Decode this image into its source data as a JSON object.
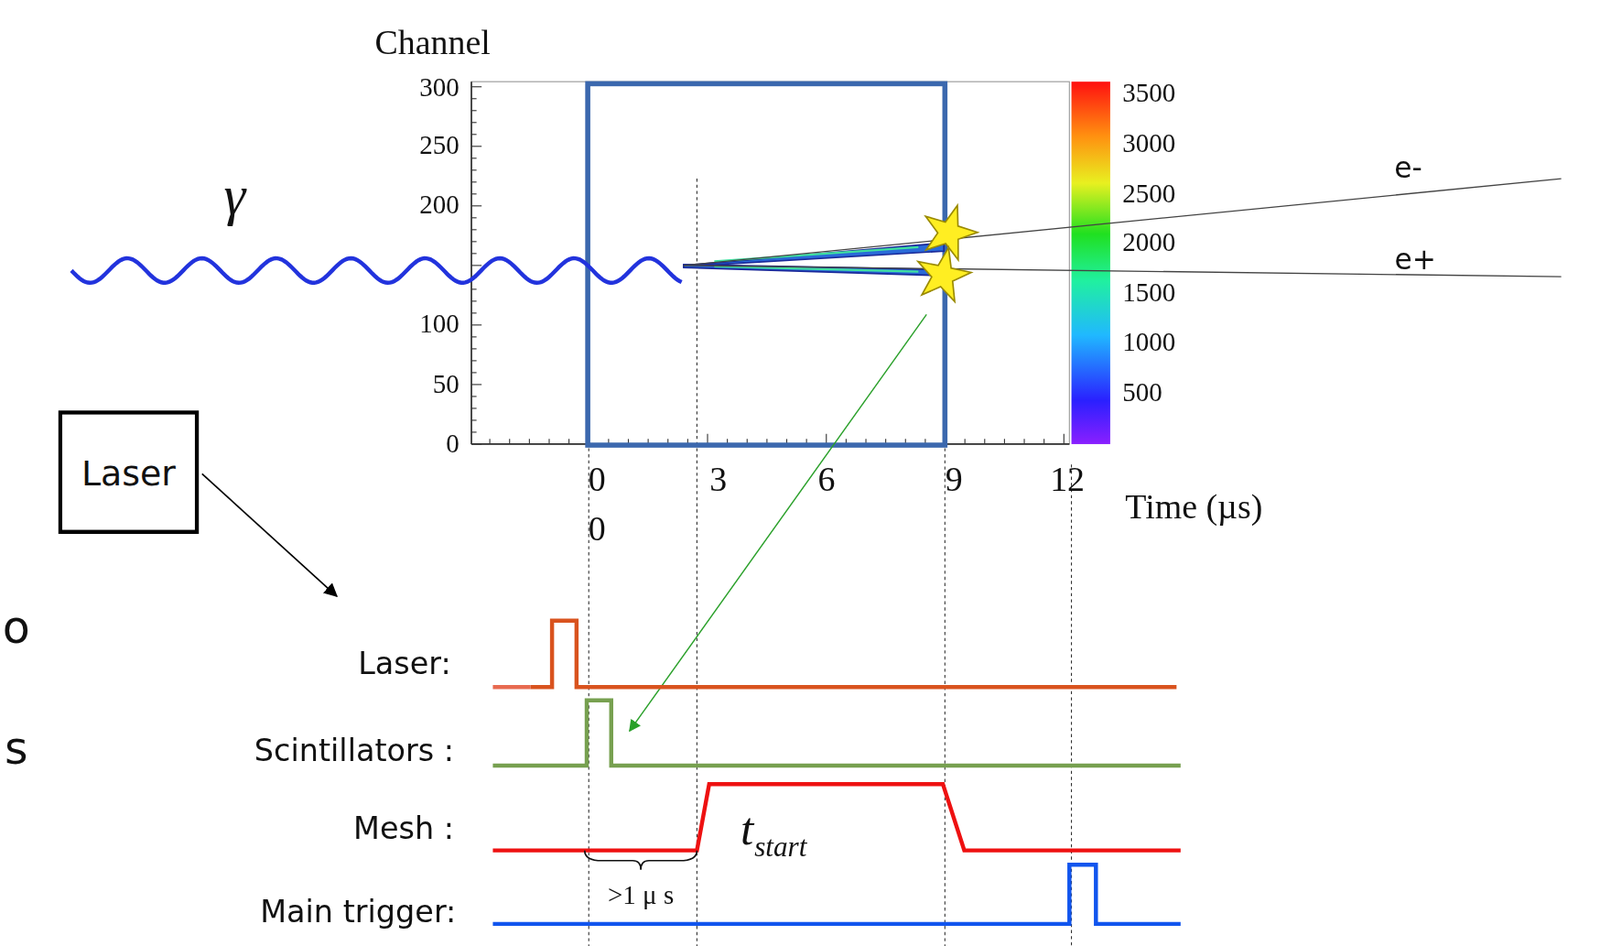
{
  "diagram": {
    "nodes": [
      {
        "text": [
          "Laser"
        ]
      }
    ],
    "labels": [
      "γ",
      "Channel",
      "300",
      "250",
      "200",
      "100",
      "50",
      "0",
      "3500",
      "3000",
      "2500",
      "2000",
      "1500",
      "1000",
      "500",
      "0",
      "3",
      "6",
      "9",
      "12",
      "0",
      "Time (µs)",
      "e-",
      "e+",
      "o",
      "s",
      "Laser:",
      "Scintillators :",
      "Mesh :",
      "Main trigger:",
      "t",
      "start",
      ">1 μ s"
    ]
  }
}
